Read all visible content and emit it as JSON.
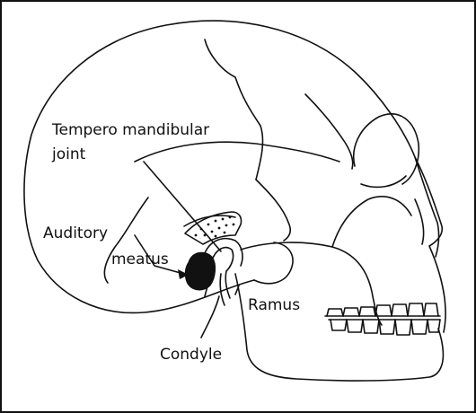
{
  "labels": {
    "tmj_line1": "Tempero mandibular",
    "tmj_line2": "joint",
    "auditory_line1": "Auditory",
    "auditory_line2": "meatus",
    "ramus": "Ramus",
    "condyle": "Condyle"
  },
  "colors": {
    "ink": "#111111",
    "paper": "#ffffff"
  }
}
